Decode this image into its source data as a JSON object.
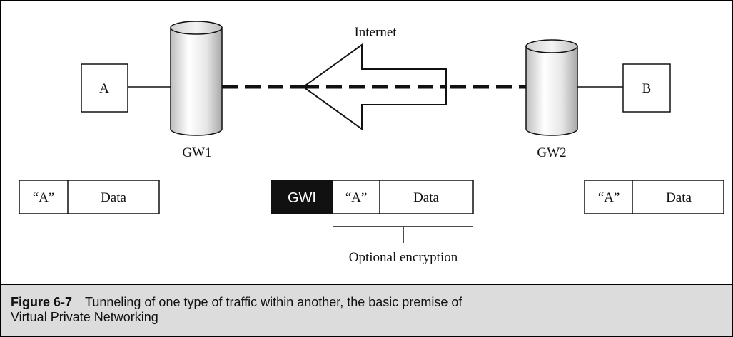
{
  "diagram": {
    "internet_label": "Internet",
    "host_a_label": "A",
    "host_b_label": "B",
    "gateway1_label": "GW1",
    "gateway2_label": "GW2",
    "packet_left": {
      "addr": "“A”",
      "data": "Data"
    },
    "packet_middle": {
      "header": "GWI",
      "addr": "“A”",
      "data": "Data"
    },
    "packet_right": {
      "addr": "“A”",
      "data": "Data"
    },
    "encryption_label": "Optional encryption"
  },
  "caption": {
    "figure_label": "Figure 6-7",
    "text_line1": "Tunneling of one type of traffic within another, the basic premise of",
    "text_line2": "Virtual Private Networking"
  }
}
